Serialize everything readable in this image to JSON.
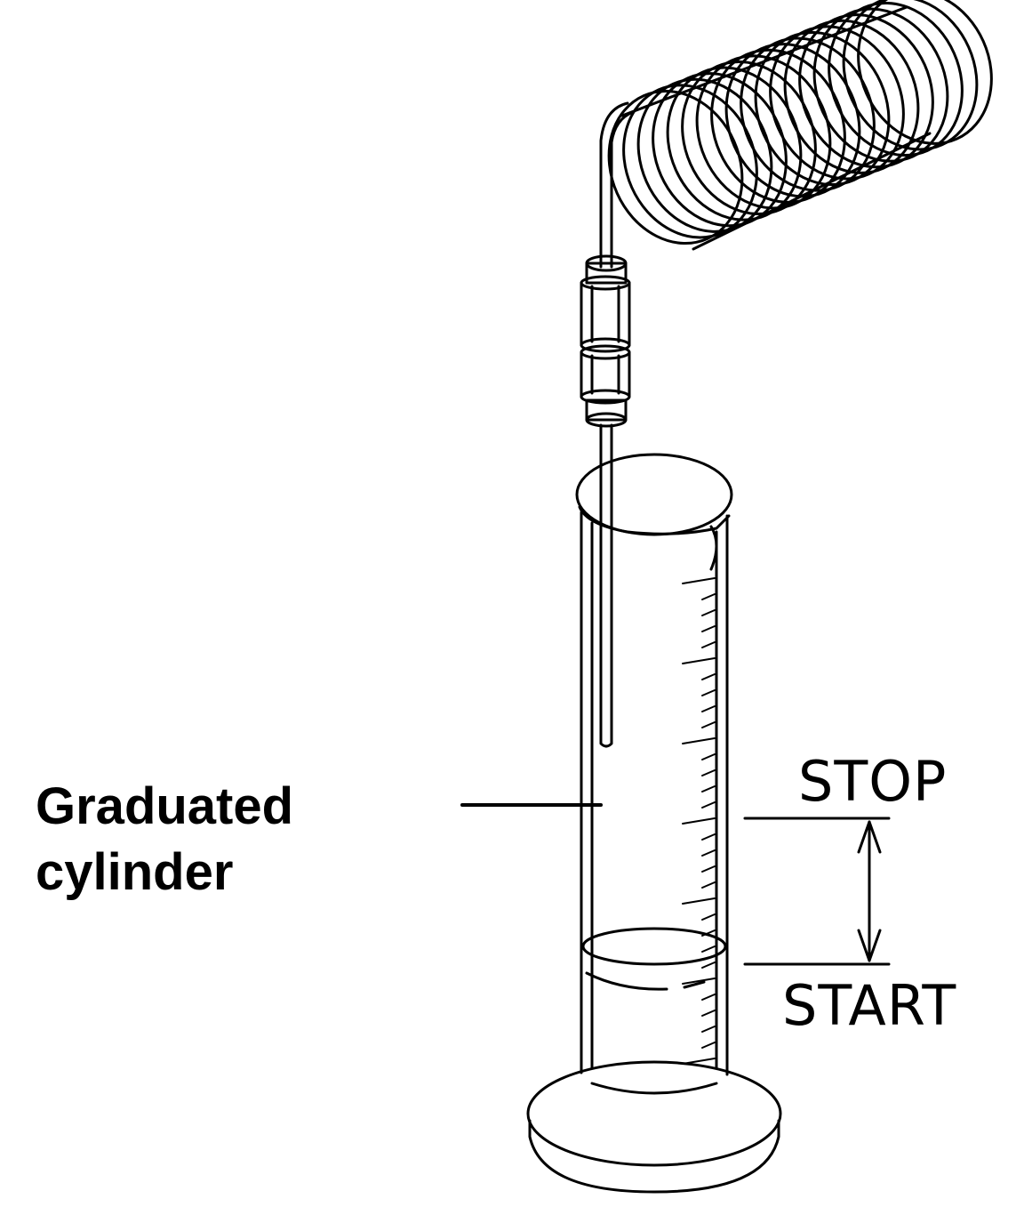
{
  "labels": {
    "graduated_line1": "Graduated",
    "graduated_line2": "cylinder",
    "stop": "STOP",
    "start": "START"
  },
  "colors": {
    "ink": "#000000",
    "background": "#ffffff"
  },
  "icons": {
    "coil": "coiled-tube-icon",
    "connector": "tube-connector-icon",
    "arrow": "double-headed-arrow-icon"
  }
}
